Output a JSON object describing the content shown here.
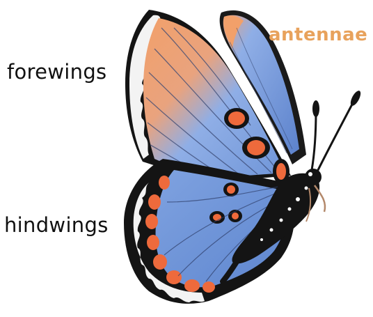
{
  "labels": {
    "forewings": "forewings",
    "hindwings": "hindwings",
    "antennae": "antennae"
  },
  "colors": {
    "antennae_label": "#E8A25C",
    "label_text": "#111111",
    "wing_blue": "#6F95D8",
    "wing_blue_light": "#93B2E8",
    "wing_orange": "#F2A06A",
    "spot_orange": "#EE6A3C",
    "edge_black": "#141414",
    "margin_white": "#FFFFFF"
  }
}
